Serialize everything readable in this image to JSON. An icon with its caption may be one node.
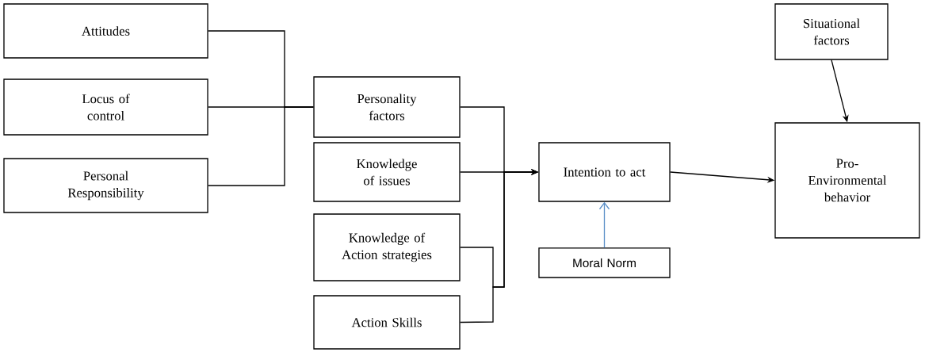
{
  "diagram": {
    "nodes": [
      {
        "text": [
          "Attitudes"
        ]
      },
      {
        "text": [
          "Locus of control"
        ]
      },
      {
        "text": [
          "Personal Responsibility"
        ]
      },
      {
        "text": [
          "Personality factors"
        ]
      },
      {
        "text": [
          "Knowledge of issues"
        ]
      },
      {
        "text": [
          "Knowledge of Action strategies"
        ]
      },
      {
        "text": [
          "Action Skills"
        ]
      },
      {
        "text": [
          "Intention to act"
        ]
      },
      {
        "text": [
          "Moral Norm"
        ]
      },
      {
        "text": [
          "Situational factors"
        ]
      },
      {
        "text": [
          "Pro-Environmental behavior"
        ]
      }
    ],
    "edges": [
      {
        "from": 0,
        "to": 3,
        "arrow": "none"
      },
      {
        "from": 1,
        "to": 3,
        "arrow": "none"
      },
      {
        "from": 2,
        "to": 3,
        "arrow": "none"
      },
      {
        "from": 3,
        "to": 7,
        "arrow": "to"
      },
      {
        "from": 4,
        "to": 7,
        "arrow": "to"
      },
      {
        "from": 5,
        "to": 7,
        "arrow": "to"
      },
      {
        "from": 6,
        "to": 7,
        "arrow": "to"
      },
      {
        "from": 8,
        "to": 7,
        "arrow": "to",
        "color": "#5b8fc7"
      },
      {
        "from": 9,
        "to": 10,
        "arrow": "to"
      },
      {
        "from": 7,
        "to": 10,
        "arrow": "to"
      }
    ]
  }
}
